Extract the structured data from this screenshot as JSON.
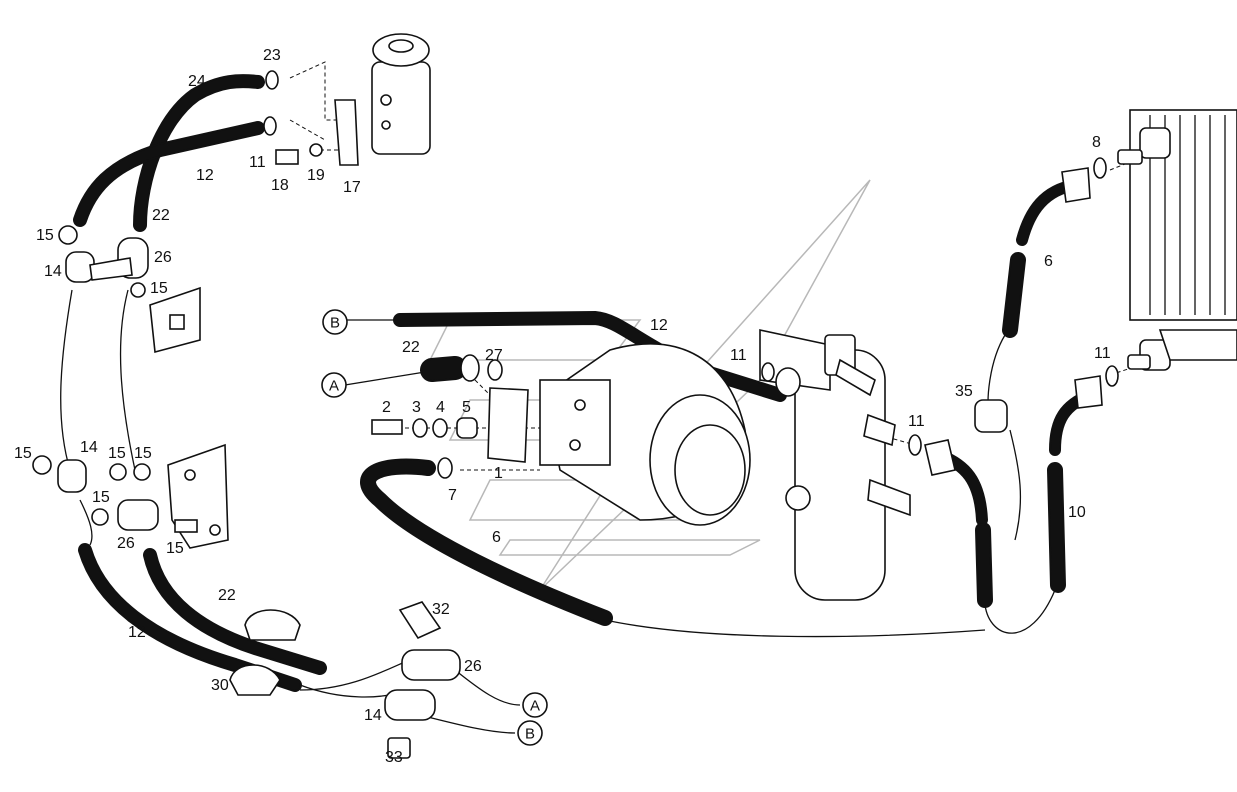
{
  "labels": [
    {
      "id": "l24a",
      "text": "24"
    },
    {
      "id": "l23",
      "text": "23"
    },
    {
      "id": "l11a",
      "text": "11"
    },
    {
      "id": "l12a",
      "text": "12"
    },
    {
      "id": "l18",
      "text": "18"
    },
    {
      "id": "l19",
      "text": "19"
    },
    {
      "id": "l17",
      "text": "17"
    },
    {
      "id": "l22a",
      "text": "22"
    },
    {
      "id": "l15a",
      "text": "15"
    },
    {
      "id": "l14a",
      "text": "14"
    },
    {
      "id": "l26a",
      "text": "26"
    },
    {
      "id": "l15b",
      "text": "15"
    },
    {
      "id": "l12b",
      "text": "12"
    },
    {
      "id": "l22b",
      "text": "22"
    },
    {
      "id": "l27",
      "text": "27"
    },
    {
      "id": "l11b",
      "text": "11"
    },
    {
      "id": "l2",
      "text": "2"
    },
    {
      "id": "l3",
      "text": "3"
    },
    {
      "id": "l4",
      "text": "4"
    },
    {
      "id": "l5",
      "text": "5"
    },
    {
      "id": "l1",
      "text": "1"
    },
    {
      "id": "l7",
      "text": "7"
    },
    {
      "id": "l6a",
      "text": "6"
    },
    {
      "id": "l15c",
      "text": "15"
    },
    {
      "id": "l14b",
      "text": "14"
    },
    {
      "id": "l15d",
      "text": "15"
    },
    {
      "id": "l15e",
      "text": "15"
    },
    {
      "id": "l15f",
      "text": "15"
    },
    {
      "id": "l26b",
      "text": "26"
    },
    {
      "id": "l15g",
      "text": "15"
    },
    {
      "id": "l22c",
      "text": "22"
    },
    {
      "id": "l12c",
      "text": "12"
    },
    {
      "id": "l30",
      "text": "30"
    },
    {
      "id": "l32",
      "text": "32"
    },
    {
      "id": "l26c",
      "text": "26"
    },
    {
      "id": "l14c",
      "text": "14"
    },
    {
      "id": "l33",
      "text": "33"
    },
    {
      "id": "l11c",
      "text": "11"
    },
    {
      "id": "l8",
      "text": "8"
    },
    {
      "id": "l6b",
      "text": "6"
    },
    {
      "id": "l35",
      "text": "35"
    },
    {
      "id": "l11d",
      "text": "11"
    },
    {
      "id": "l10",
      "text": "10"
    }
  ],
  "callouts": [
    {
      "id": "cB1",
      "text": "B"
    },
    {
      "id": "cA1",
      "text": "A"
    },
    {
      "id": "cA2",
      "text": "A"
    },
    {
      "id": "cB2",
      "text": "B"
    }
  ]
}
